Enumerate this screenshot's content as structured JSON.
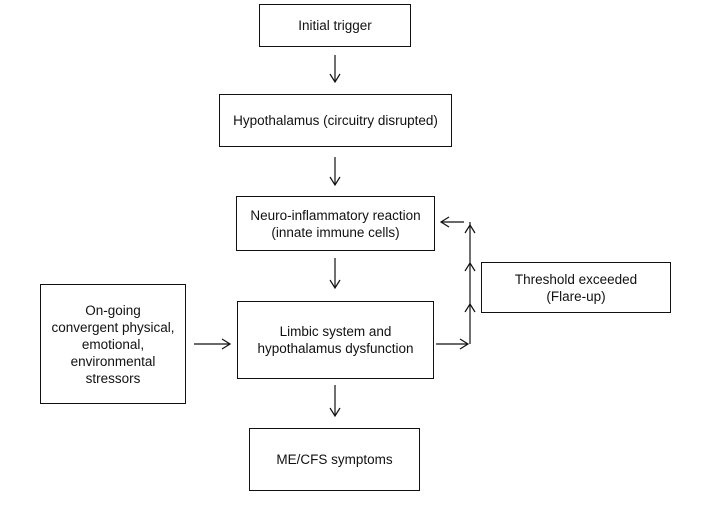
{
  "nodes": {
    "initial_trigger": "Initial trigger",
    "hypothalamus": "Hypothalamus (circuitry disrupted)",
    "neuro_inflammatory": "Neuro-inflammatory reaction\n(innate immune cells)",
    "limbic": "Limbic system and\nhypothalamus dysfunction",
    "stressors": "On-going\nconvergent physical,\nemotional,\nenvironmental\nstressors",
    "threshold": "Threshold exceeded\n(Flare-up)",
    "symptoms": "ME/CFS symptoms"
  }
}
